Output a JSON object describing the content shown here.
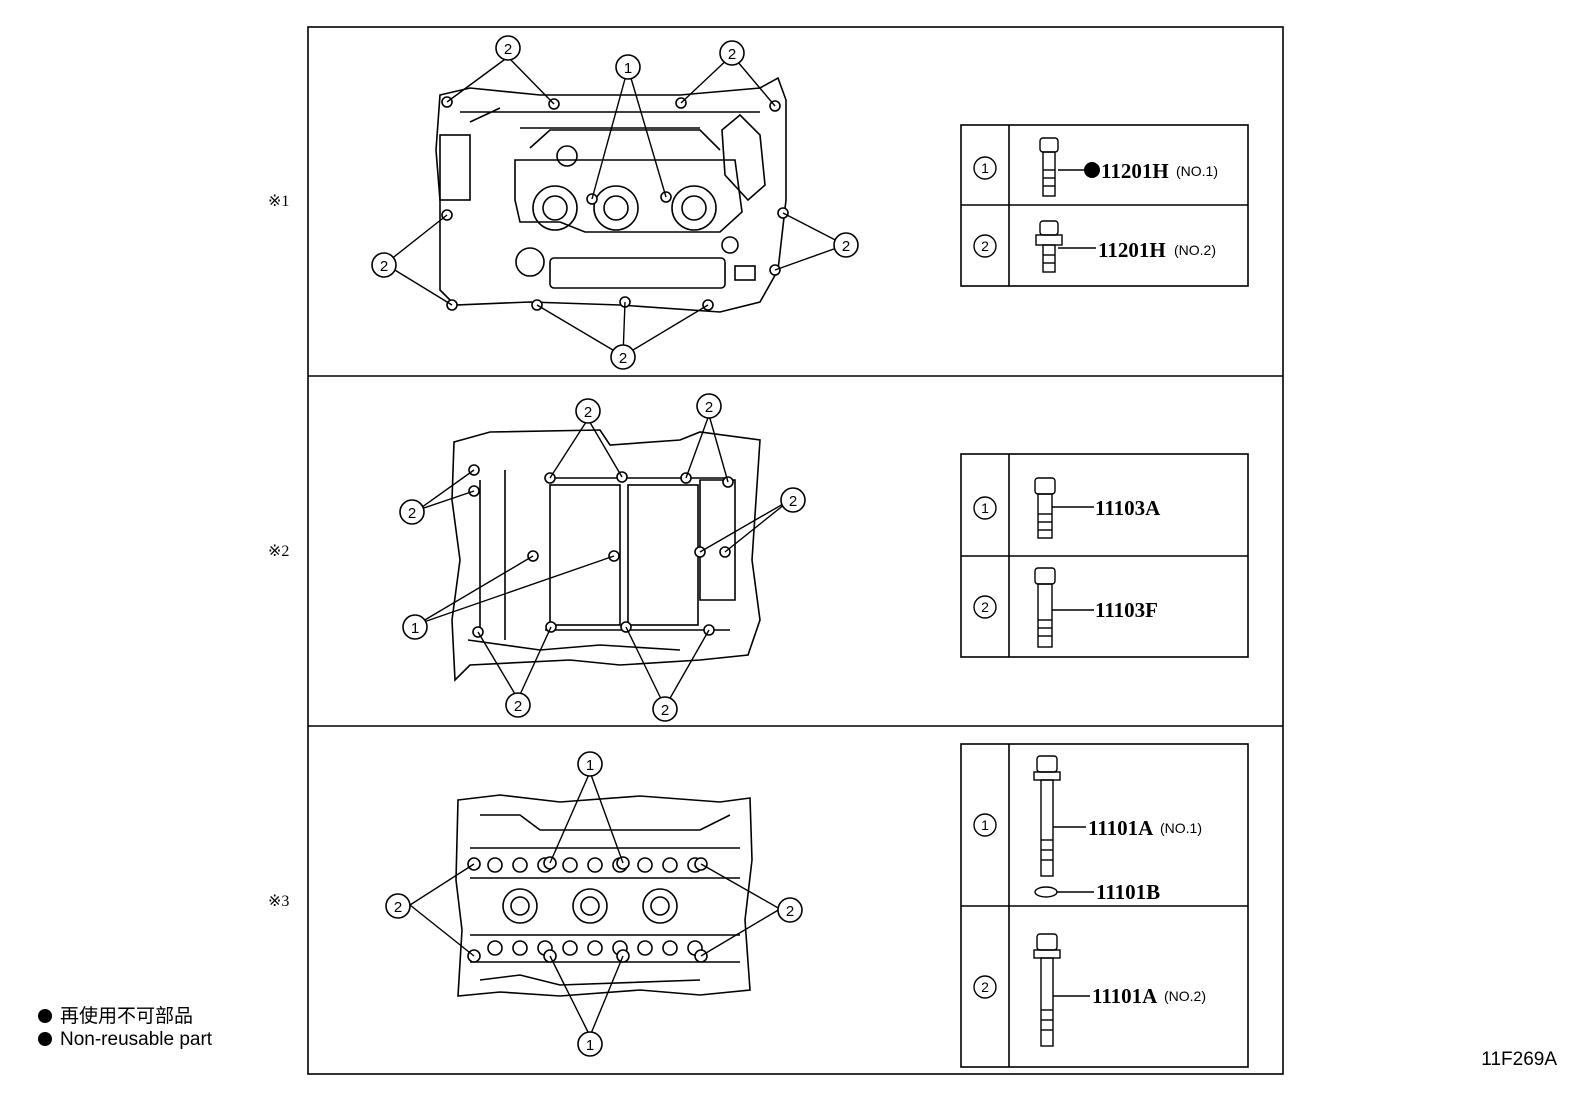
{
  "sections": [
    {
      "marker": "※1",
      "callout_labels": {
        "one": "1",
        "two": "2"
      },
      "table": [
        {
          "index": "1",
          "part": "11201H",
          "qualifier": "(NO.1)",
          "non_reusable": true
        },
        {
          "index": "2",
          "part": "11201H",
          "qualifier": "(NO.2)",
          "non_reusable": false
        }
      ]
    },
    {
      "marker": "※2",
      "callout_labels": {
        "one": "1",
        "two": "2"
      },
      "table": [
        {
          "index": "1",
          "part": "11103A",
          "qualifier": ""
        },
        {
          "index": "2",
          "part": "11103F",
          "qualifier": ""
        }
      ]
    },
    {
      "marker": "※3",
      "callout_labels": {
        "one": "1",
        "two": "2"
      },
      "table": [
        {
          "index": "1",
          "part": "11101A",
          "qualifier": "(NO.1)",
          "extra_part": "11101B"
        },
        {
          "index": "2",
          "part": "11101A",
          "qualifier": "(NO.2)"
        }
      ]
    }
  ],
  "legend": {
    "jp": "再使用不可部品",
    "en": "Non-reusable part"
  },
  "figure_code": "11F269A"
}
